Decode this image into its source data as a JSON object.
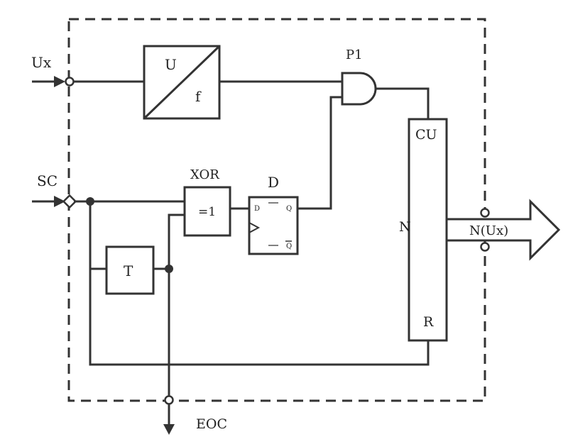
{
  "labels": {
    "ux": "Ux",
    "sc": "SC",
    "eoc": "EOC",
    "u": "U",
    "f": "f",
    "p1": "P1",
    "xor": "XOR",
    "xor_sym": "=1",
    "d": "D",
    "ff_d": "D",
    "ff_q": "Q",
    "ff_qbar": "Q",
    "t": "T",
    "cu": "CU",
    "n": "N",
    "r": "R",
    "nux": "N(Ux)"
  },
  "colors": {
    "line": "#333333",
    "text": "#222222"
  }
}
